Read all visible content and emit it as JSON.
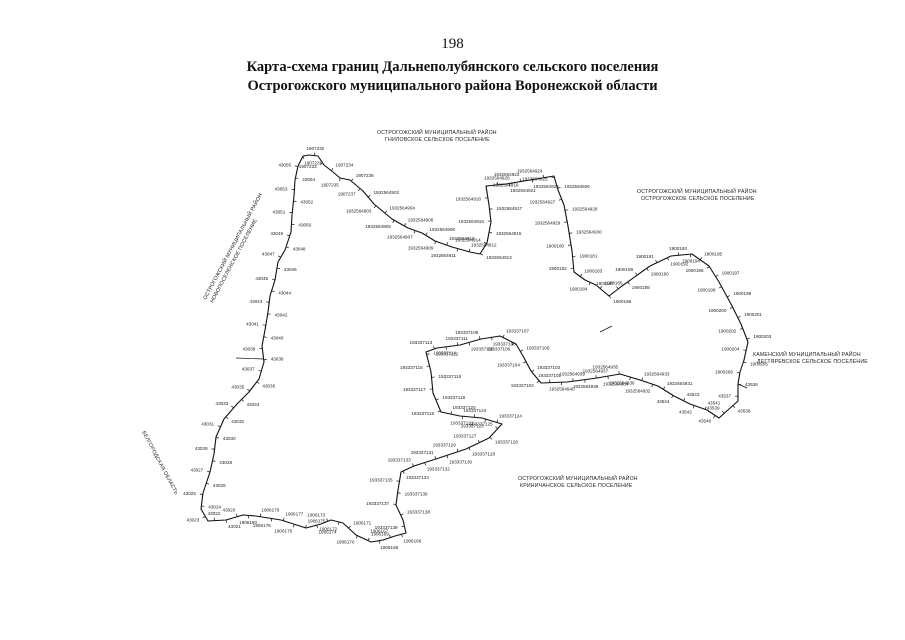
{
  "page_number": "198",
  "title_line1": "Карта-схема границ Дальнеполубянского сельского поселения",
  "title_line2": "Острогожского муниципального района Воронежской области",
  "neighbors": {
    "north_line1": "ОСТРОГОЖСКИЙ МУНИЦИПАЛЬНЫЙ РАЙОН",
    "north_line2": "ГНИЛОВСКОЕ СЕЛЬСКОЕ ПОСЕЛЕНИЕ",
    "northeast_line1": "ОСТРОГОЖСКИЙ МУНИЦИПАЛЬНЫЙ РАЙОН",
    "northeast_line2": "ОСТРОГОЖСКОЕ СЕЛЬСКОЕ ПОСЕЛЕНИЕ",
    "east_line1": "КАМЕНСКИЙ МУНИЦИПАЛЬНЫЙ РАЙОН",
    "east_line2": "ДЕГТЯРЕВСКОЕ СЕЛЬСКОЕ ПОСЕЛЕНИЕ",
    "south_line1": "ОСТРОГОЖСКИЙ МУНИЦИПАЛЬНЫЙ РАЙОН",
    "south_line2": "КРИНИЧАНСКОЕ СЕЛЬСКОЕ ПОСЕЛЕНИЕ",
    "west_line1": "ОСТРОГОЖСКИЙ МУНИЦИПАЛЬНЫЙ РАЙОН",
    "west_line2": "НОВОПОСЕЛЕНСКОЕ ПОСЕЛЕНИЕ",
    "southwest": "БЕЛГОРОДСКАЯ ОБЛАСТЬ"
  },
  "points": [
    "1907231",
    "1907232",
    "1907233",
    "1907234",
    "1907235",
    "1907236",
    "1907237",
    "1932564902",
    "1932564903",
    "1932564904",
    "1932564905",
    "1932564906",
    "1932564907",
    "1932564908",
    "1932564909",
    "1932564910",
    "1932564911",
    "1932564912",
    "1932564913",
    "1932564914",
    "1932564915",
    "1932564916",
    "1932564917",
    "1932564918",
    "1932564919",
    "1932564920",
    "1932564921",
    "1932564922",
    "1932564923",
    "1932564924",
    "1932564925",
    "1932564926",
    "1932564927",
    "1932564928",
    "1932564929",
    "1932564930",
    "1900180",
    "1900181",
    "1900182",
    "1900183",
    "1900184",
    "1900185",
    "1900186",
    "1900187",
    "1900188",
    "1900189",
    "1900190",
    "1900191",
    "1900192",
    "1900193",
    "1900194",
    "1900195",
    "1900196",
    "1900197",
    "1900198",
    "1900199",
    "1900200",
    "1900201",
    "1900202",
    "1900203",
    "1900204",
    "1900205",
    "1900206",
    "43536",
    "43537",
    "43538",
    "43539",
    "43540",
    "43541",
    "43542",
    "43543",
    "43544",
    "1932564931",
    "1932564932",
    "1932564933",
    "1932564934",
    "1932564935",
    "1932564936",
    "1932564937",
    "1932564938",
    "1932564939",
    "1932564940",
    "193337101",
    "193337102",
    "193337103",
    "193337104",
    "193337105",
    "193337106",
    "193337107",
    "193337108",
    "193337109",
    "193337110",
    "193337111",
    "193337112",
    "193337113",
    "193337114",
    "193337115",
    "193337116",
    "193337117",
    "193337118",
    "193337119",
    "193337120",
    "193337121",
    "193337122",
    "193337123",
    "193337124",
    "193337125",
    "193337126",
    "193337127",
    "193337128",
    "193337129",
    "193337130",
    "193337131",
    "193337132",
    "193337133",
    "193337134",
    "193337135",
    "193337136",
    "193337137",
    "193337138",
    "193337139",
    "1906166",
    "1906167",
    "1906168",
    "1906169",
    "1906170",
    "1906171",
    "1906172",
    "1906173",
    "1906174",
    "1906175",
    "1906176",
    "1906177",
    "1906178",
    "1906179",
    "1906180",
    "43020",
    "43021",
    "43022",
    "43023",
    "43024",
    "43025",
    "43026",
    "43027",
    "43028",
    "43029",
    "43030",
    "43031",
    "43032",
    "43033",
    "43034",
    "43035",
    "43036",
    "43037",
    "43038",
    "43039",
    "43040",
    "43041",
    "43042",
    "43043",
    "43044",
    "43045",
    "43046",
    "43047",
    "43048",
    "43049",
    "43050",
    "43051",
    "43052",
    "43053",
    "43054",
    "43055"
  ]
}
